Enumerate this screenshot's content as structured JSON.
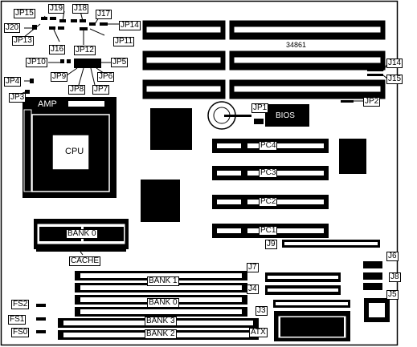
{
  "board_number": "34861",
  "connector_labels": {
    "jp15": "JP15",
    "j19": "J19",
    "j18": "J18",
    "j17": "J17",
    "j20": "J20",
    "jp14": "JP14",
    "jp13": "JP13",
    "j16": "J16",
    "jp11": "JP11",
    "jp12": "JP12",
    "jp10": "JP10",
    "jp5": "JP5",
    "jp9": "JP9",
    "jp6": "JP6",
    "jp8": "JP8",
    "jp7": "JP7",
    "jp4": "JP4",
    "jp3": "JP3",
    "jp1": "JP1",
    "jp2": "JP2",
    "j14": "J14",
    "j15": "J15",
    "j9": "J9",
    "j6": "J6",
    "j7": "J7",
    "j8": "J8",
    "j4": "J4",
    "j5": "J5",
    "j3": "J3",
    "atx": "ATX",
    "fs2": "FS2",
    "fs1": "FS1",
    "fs0": "FS0"
  },
  "component_labels": {
    "amp": "AMP",
    "cpu": "CPU",
    "bios": "BIOS",
    "cache_bank": "BANK 0",
    "cache": "CACHE"
  },
  "pci_slots": [
    "PC4",
    "PC3",
    "PC2",
    "PC1"
  ],
  "dimm_banks": [
    "BANK 1",
    "BANK 0",
    "BANK 3",
    "BANK 2"
  ]
}
